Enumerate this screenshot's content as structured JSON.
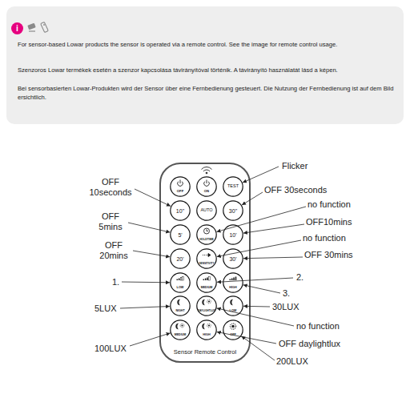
{
  "diagram": {
    "nodes": [
      {
        "text": [
          "For sensor-based Lowar products the sensor is operated via a remote control. See the image for remote control usage.",
          "Szenzoros Lowar termékek esetén a szenzor kapcsolása távirányítóval történik. A távirányító használatát lásd a képen.",
          "Bei sensorbasierten Lowar-Produkten wird der Sensor über eine Fernbedienung gesteuert. Die Nutzung der Fernbedienung ist auf dem Bild ersichtlich."
        ]
      },
      {
        "text": [
          "i"
        ],
        "in": 0
      },
      {
        "text": [
          "Sensor Remote Control"
        ]
      },
      {
        "text": [
          "OFF"
        ],
        "in": 2
      },
      {
        "text": [
          "ON"
        ],
        "in": 2
      },
      {
        "text": [
          "TEST"
        ],
        "in": 2
      },
      {
        "text": [
          "10\""
        ],
        "in": 2
      },
      {
        "text": [
          "AUTO"
        ],
        "in": 2
      },
      {
        "text": [
          "30\""
        ],
        "in": 2
      },
      {
        "text": [
          "5'"
        ],
        "in": 2
      },
      {
        "text": [
          "HOLDTIME"
        ],
        "in": 2
      },
      {
        "text": [
          "10'"
        ],
        "in": 2
      },
      {
        "text": [
          "20'"
        ],
        "in": 2
      },
      {
        "text": [
          "SENSITIVITY"
        ],
        "in": 2
      },
      {
        "text": [
          "30'"
        ],
        "in": 2
      },
      {
        "text": [
          "LOW"
        ],
        "in": 2
      },
      {
        "text": [
          "MEDIUM"
        ],
        "in": 2
      },
      {
        "text": [
          "HIGH"
        ],
        "in": 2
      },
      {
        "text": [
          "NIGHT"
        ],
        "in": 2
      },
      {
        "text": [
          "DAYLIGHTLUX"
        ],
        "in": 2
      },
      {
        "text": [
          "LOW"
        ],
        "in": 2
      },
      {
        "text": [
          "MEDIUM"
        ],
        "in": 2
      },
      {
        "text": [
          "HIGH"
        ],
        "in": 2
      },
      {
        "text": [
          "OFF"
        ],
        "in": 2
      }
    ],
    "labels": [
      "Flicker",
      "OFF 10seconds",
      "OFF 30seconds",
      "no function",
      "OFF 5mins",
      "OFF10mins",
      "no function",
      "OFF 20mins",
      "OFF 30mins",
      "1.",
      "2.",
      "3.",
      "5LUX",
      "30LUX",
      "no function",
      "100LUX",
      "OFF daylightlux",
      "200LUX"
    ]
  }
}
